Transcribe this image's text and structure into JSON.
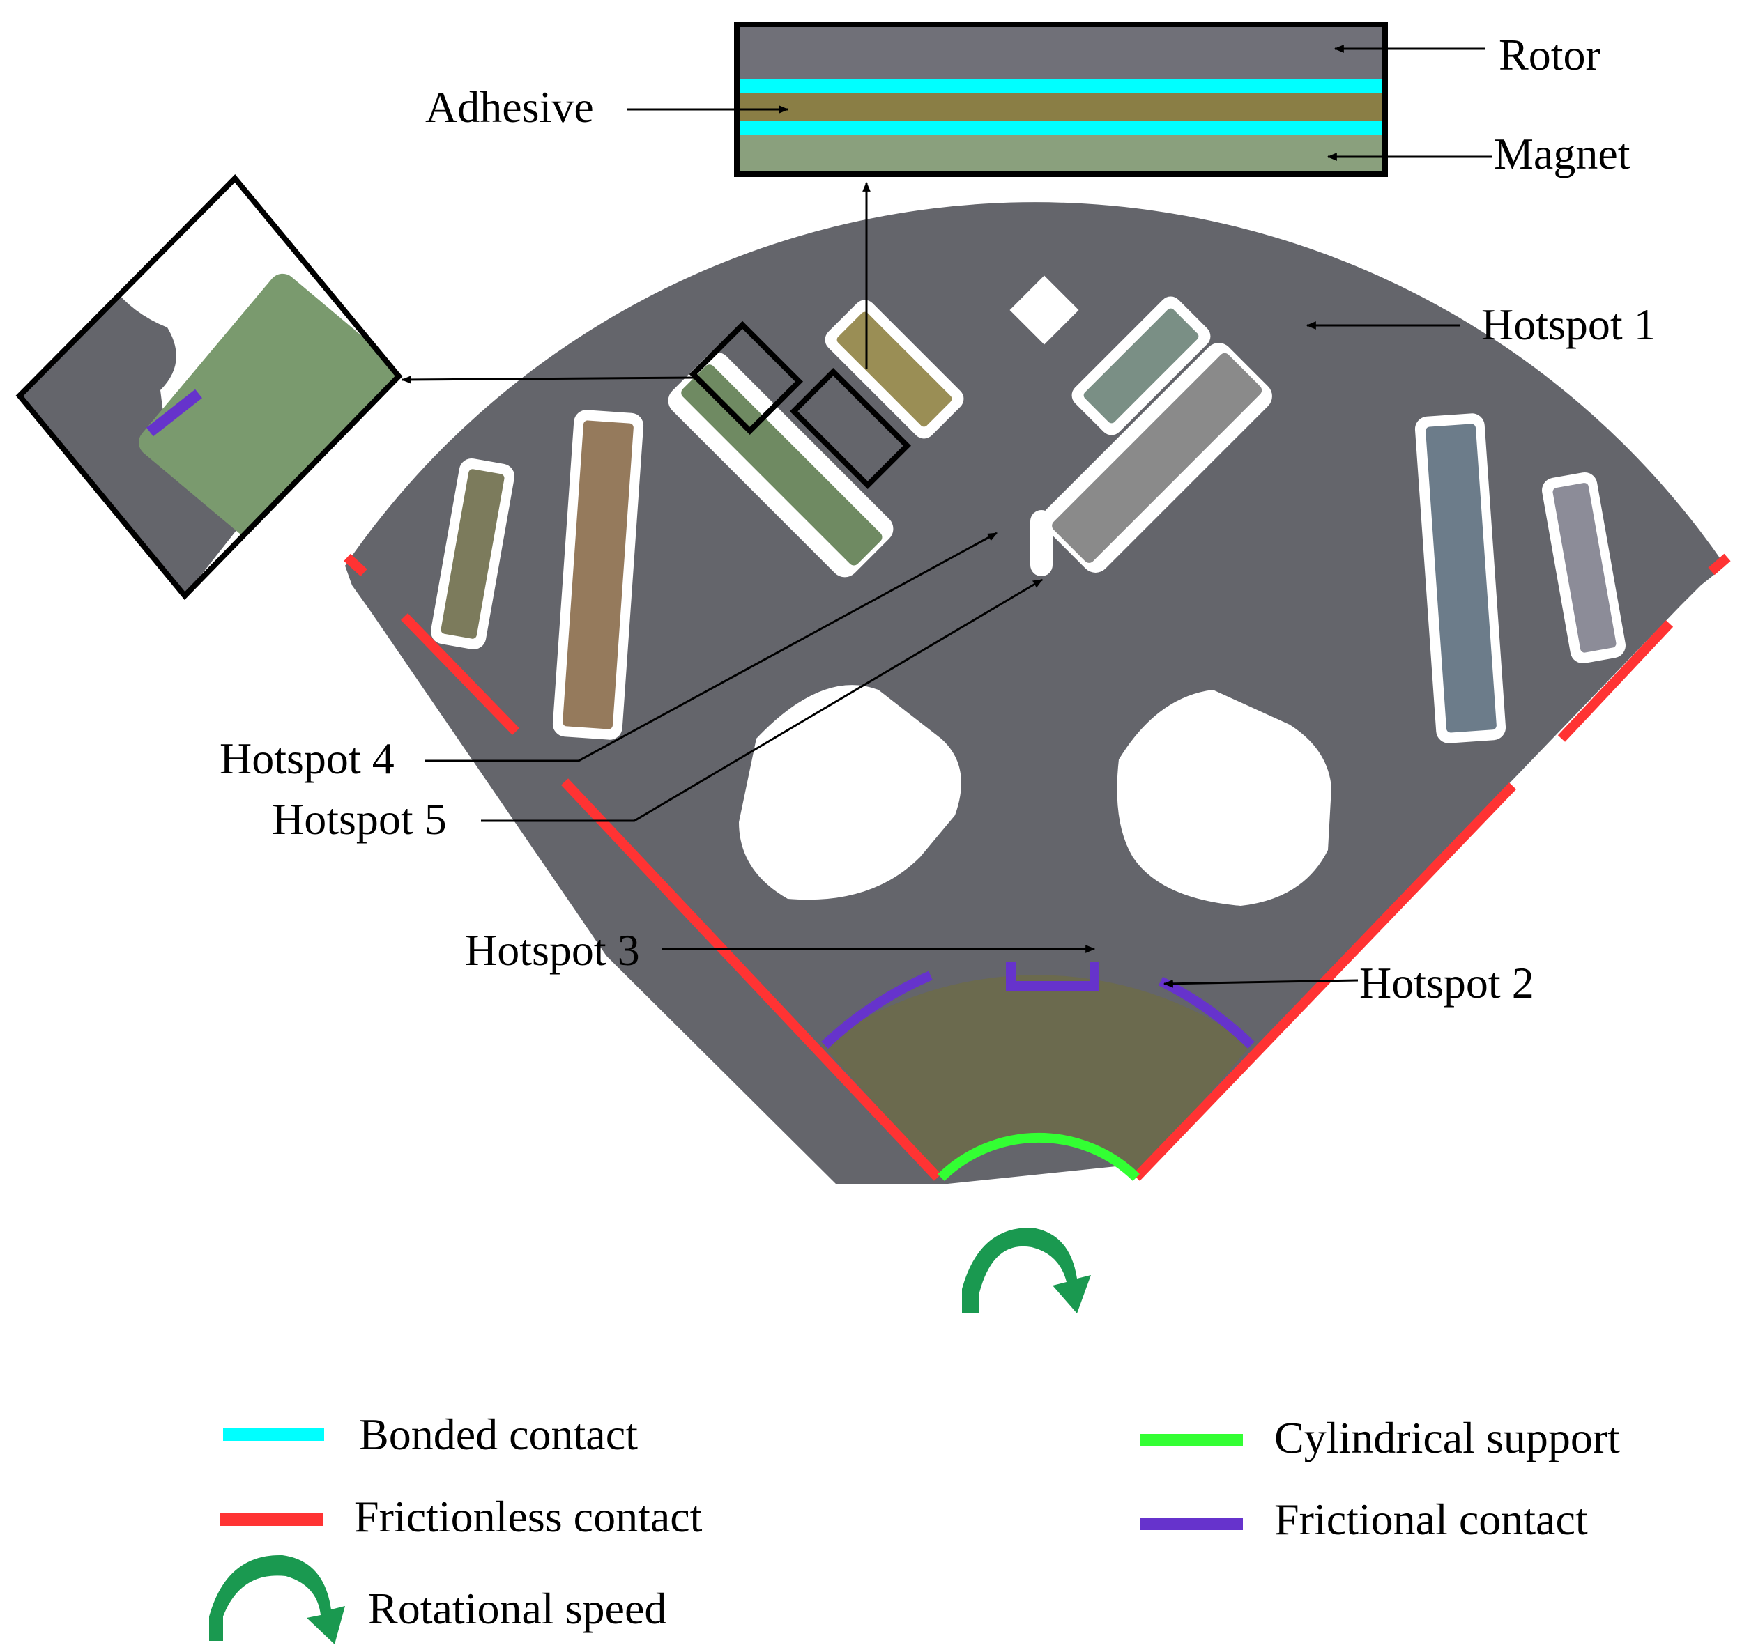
{
  "labels": {
    "rotor": "Rotor",
    "adhesive": "Adhesive",
    "magnet": "Magnet",
    "hotspot1": "Hotspot 1",
    "hotspot2": "Hotspot 2",
    "hotspot3": "Hotspot 3",
    "hotspot4": "Hotspot 4",
    "hotspot5": "Hotspot 5"
  },
  "legend": {
    "bonded": "Bonded contact",
    "frictionless": "Frictionless contact",
    "rotational": "Rotational  speed",
    "cylindrical": "Cylindrical support",
    "frictional": "Frictional contact"
  },
  "colors": {
    "rotor": "#64656b",
    "bonded": "#00ffff",
    "frictionless": "#ff3333",
    "cylindrical": "#33ff33",
    "frictional": "#6633cc",
    "rotation_arrow": "#1a9950",
    "adhesive": "#8a7e45",
    "magnet": "#8aa07d",
    "hub": "#6b6a4e"
  },
  "icons": {
    "rotation": "curved-arrow-icon"
  }
}
